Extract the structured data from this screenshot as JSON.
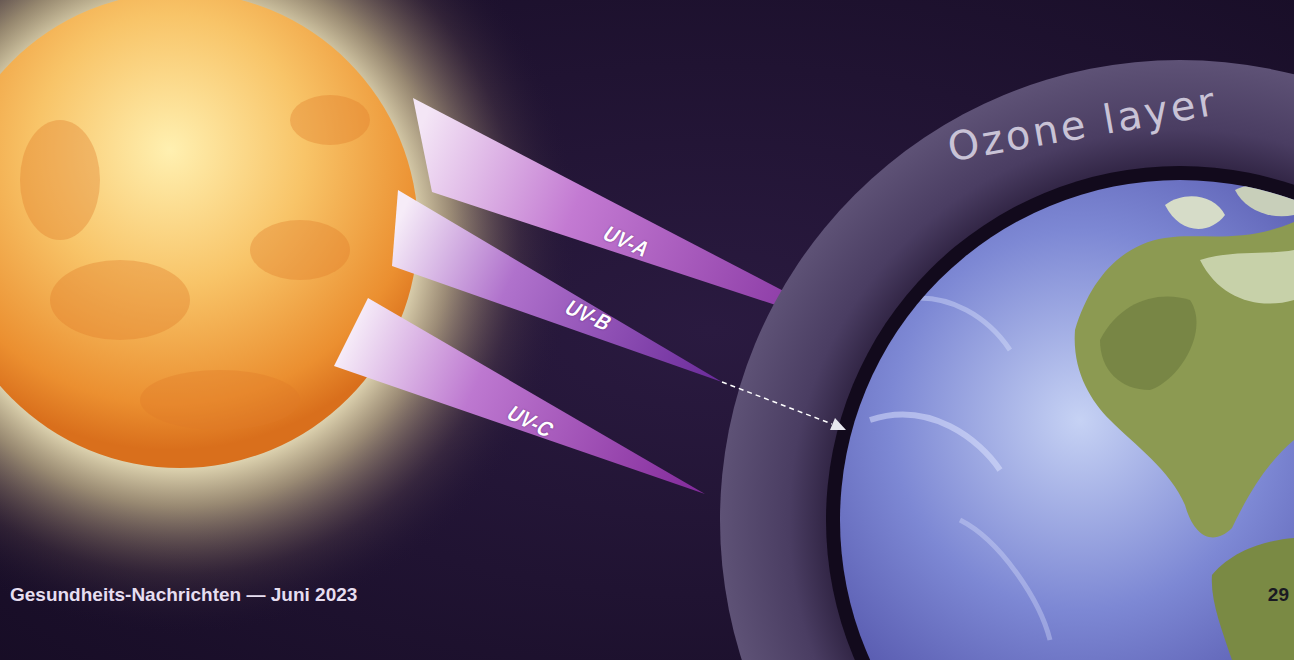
{
  "diagram": {
    "nodes": [
      {
        "text": [
          "UV-A"
        ]
      },
      {
        "text": [
          "UV-B"
        ]
      },
      {
        "text": [
          "UV-C"
        ]
      },
      {
        "text": [
          "Ozone layer"
        ]
      }
    ],
    "labels": [
      "Gesundheits-Nachrichten — Juni 2023",
      "29"
    ]
  }
}
